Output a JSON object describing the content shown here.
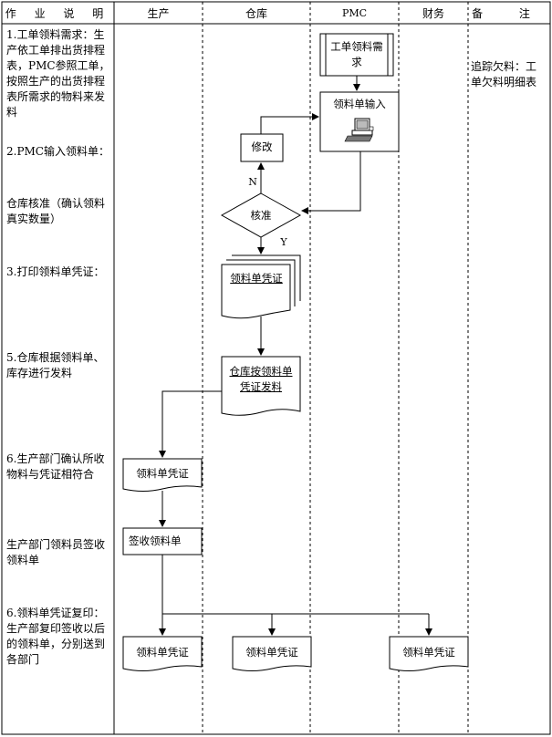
{
  "header": {
    "col_desc": "作 业 说 明",
    "col_production": "生产",
    "col_warehouse": "仓库",
    "col_pmc": "PMC",
    "col_finance": "财务",
    "col_remarks": "备 注"
  },
  "descriptions": [
    "1.工单领料需求：生产依工单排出货排程表，PMC参照工单，按照生产的出货排程表所需求的物料来发料",
    "2.PMC输入领料单：",
    "仓库核准（确认领料真实数量）",
    "3.打印领料单凭证：",
    "5.仓库根据领料单、库存进行发料",
    "6.生产部门确认所收物料与凭证相符合",
    "生产部门领料员签收领料单",
    "6.领料单凭证复印：生产部复印签收以后的领料单，分别送到各部门"
  ],
  "remarks": "追踪欠料：工单欠料明细表",
  "nodes": {
    "work_order_demand": "工单领料需求",
    "requisition_input": "领料单输入",
    "modify": "修改",
    "approve": "核准",
    "print_voucher": "领料单凭证",
    "warehouse_issue": "仓库按领料单凭证发料",
    "prod_voucher": "领料单凭证",
    "sign_requisition": "签收领料单",
    "copy_prod": "领料单凭证",
    "copy_warehouse": "领料单凭证",
    "copy_finance": "领料单凭证",
    "label_no": "N",
    "label_yes": "Y"
  }
}
